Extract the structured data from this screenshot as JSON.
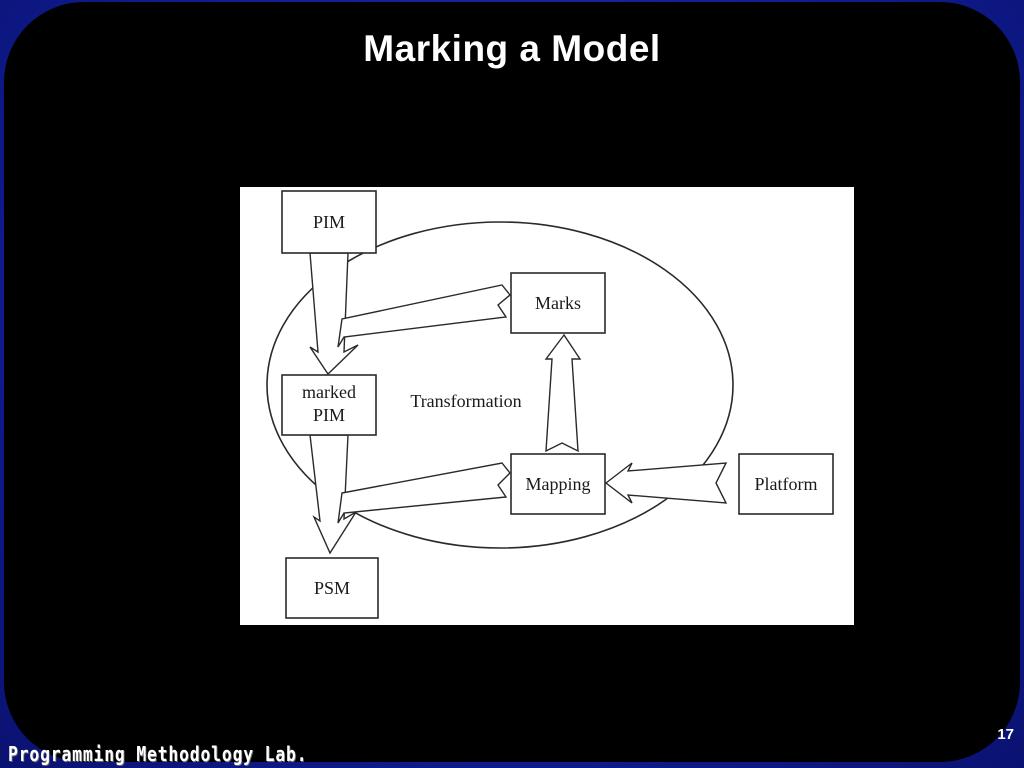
{
  "slide": {
    "title": "Marking a Model",
    "footer": "Programming Methodology Lab.",
    "page_number": "17"
  },
  "diagram": {
    "boxes": {
      "pim": "PIM",
      "marks": "Marks",
      "marked_pim_line1": "marked",
      "marked_pim_line2": "PIM",
      "mapping": "Mapping",
      "platform": "Platform",
      "psm": "PSM"
    },
    "ellipse_label": "Transformation",
    "colors": {
      "stroke": "#2a2a2a",
      "fill": "#ffffff",
      "panel": "#000000",
      "frame": "#1a2aa8"
    }
  }
}
